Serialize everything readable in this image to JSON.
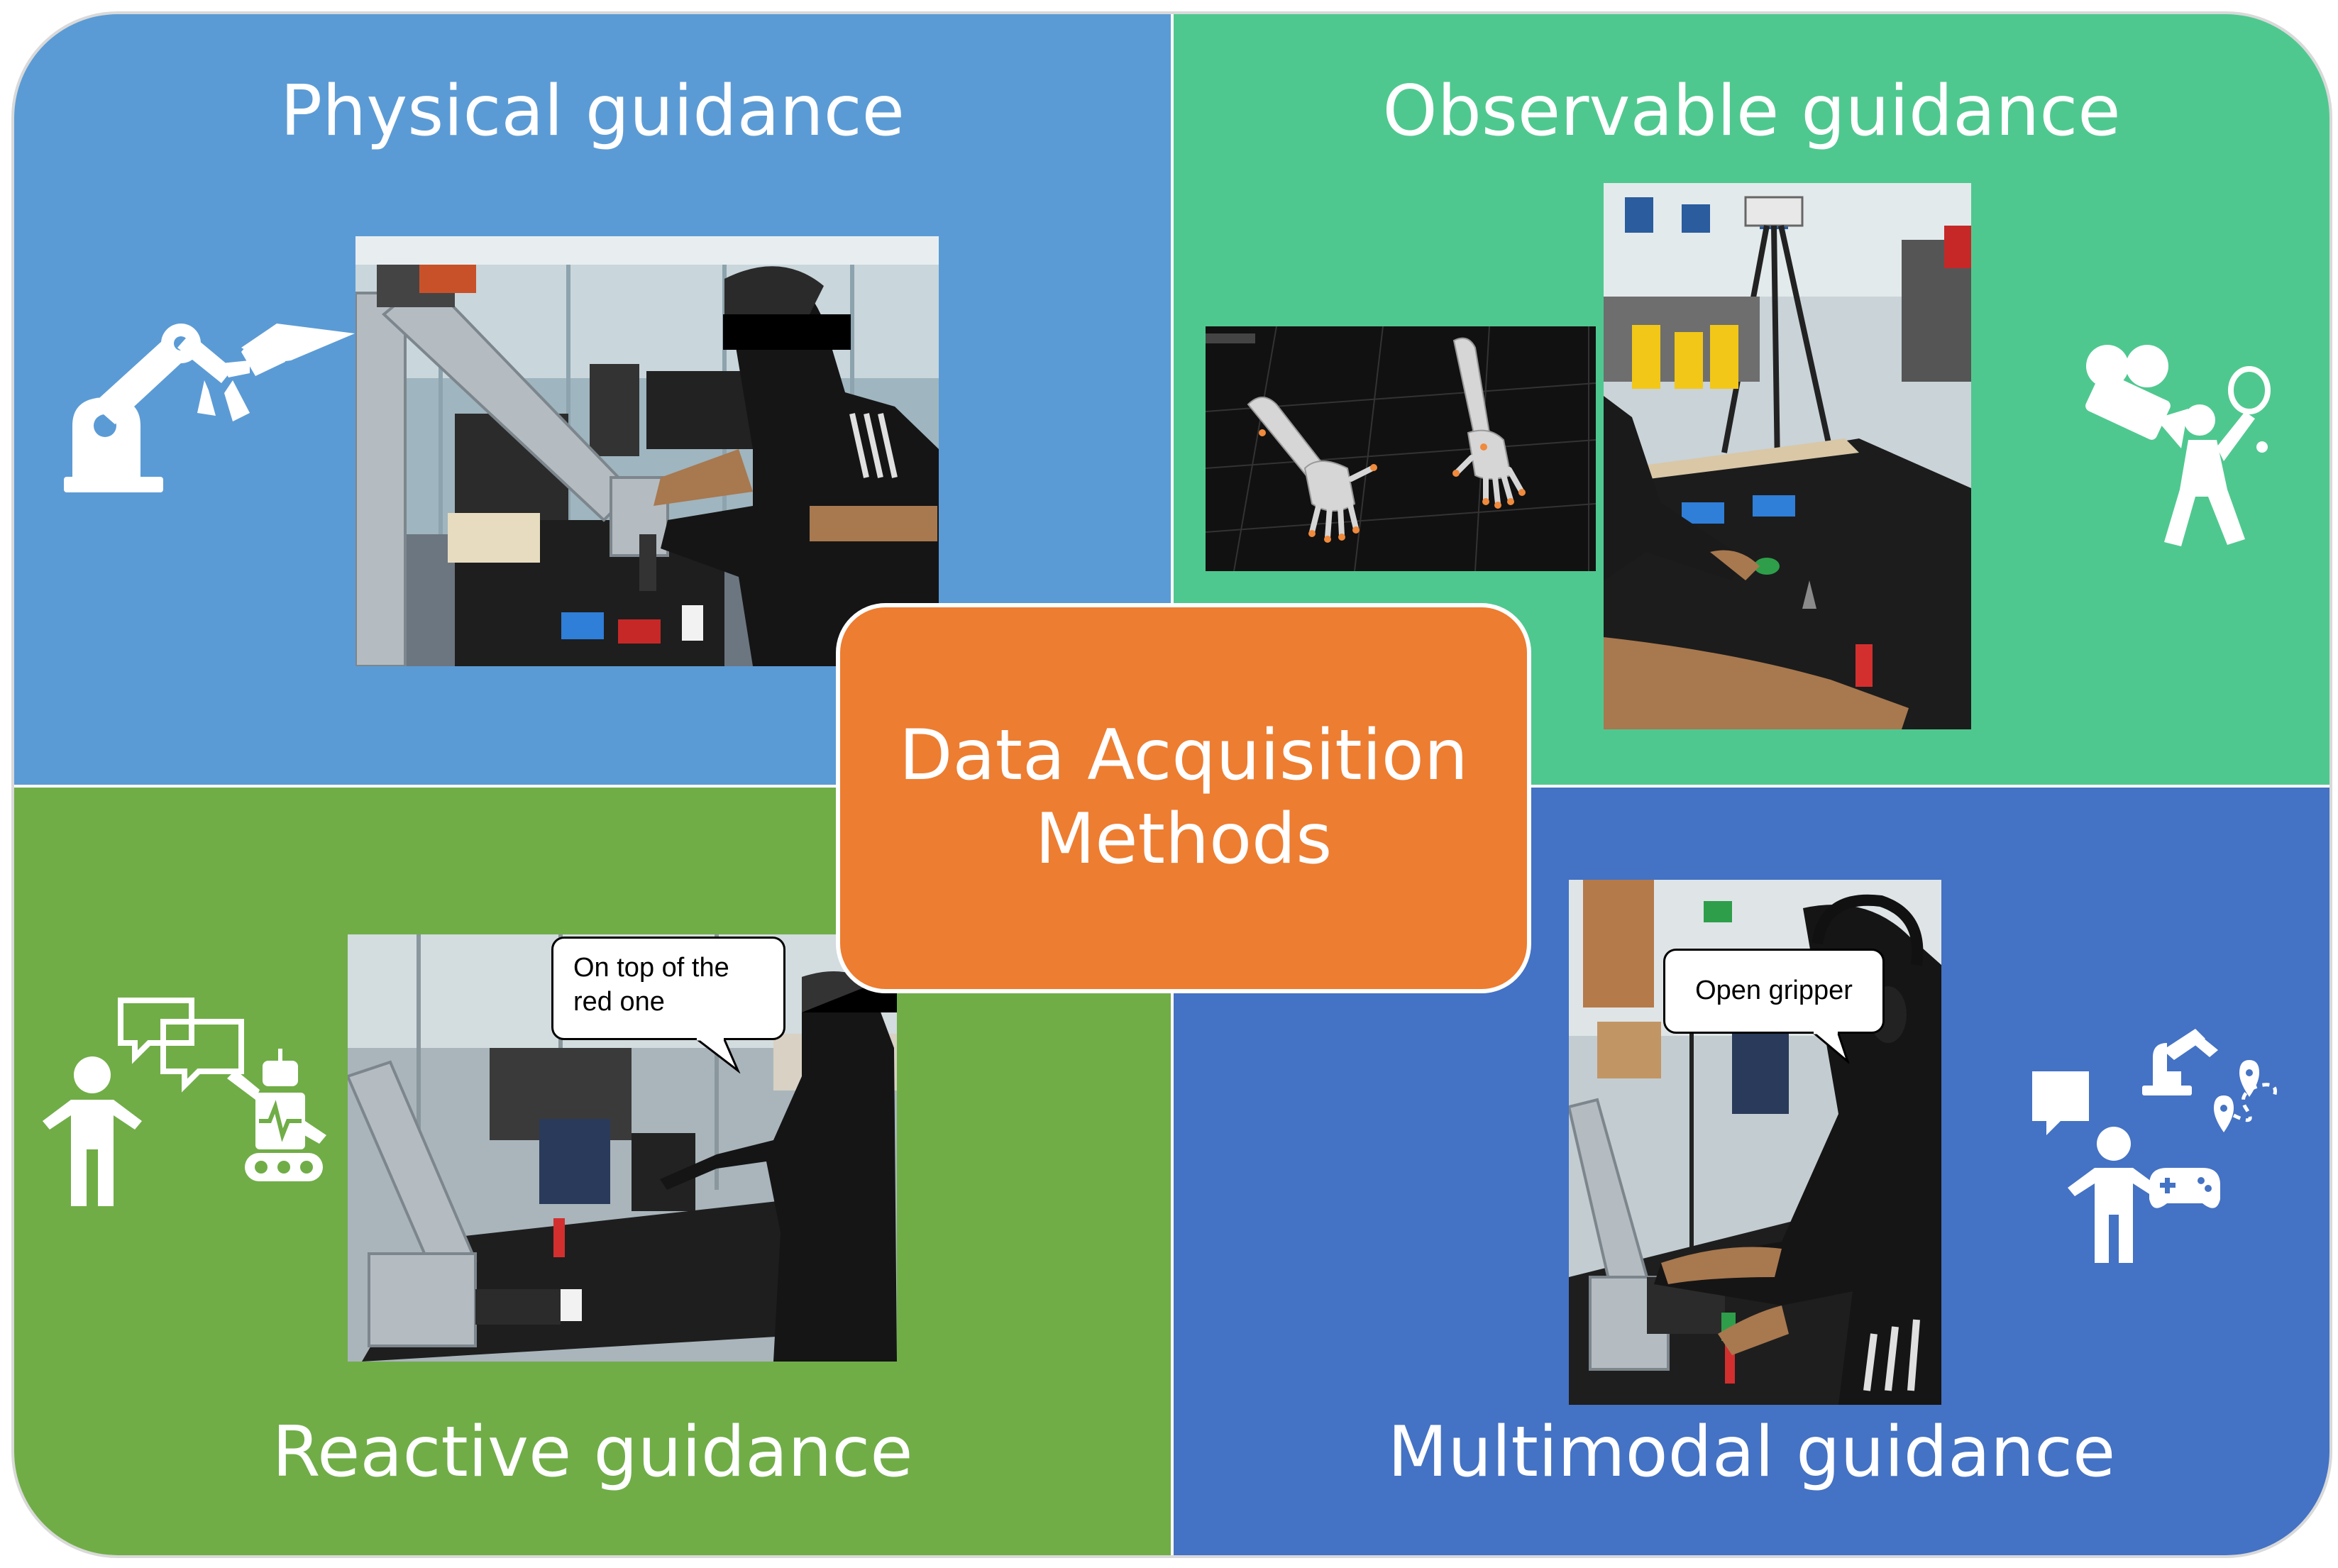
{
  "center": {
    "line1": "Data Acquisition",
    "line2": "Methods"
  },
  "quadrants": {
    "physical": {
      "title": "Physical guidance",
      "color": "#5b9bd5"
    },
    "observable": {
      "title": "Observable guidance",
      "color": "#4fc88f"
    },
    "reactive": {
      "title": "Reactive guidance",
      "color": "#70ad47",
      "bubble_line1": "On top of the",
      "bubble_line2": "red one"
    },
    "multimodal": {
      "title": "Multimodal guidance",
      "color": "#4472c4",
      "bubble": "Open gripper"
    }
  },
  "center_color": "#ed7d31",
  "icons": [
    "robot-arm-hand-icon",
    "camera-person-tennis-icon",
    "person-chat-robot-icon",
    "person-multimodal-icon"
  ]
}
